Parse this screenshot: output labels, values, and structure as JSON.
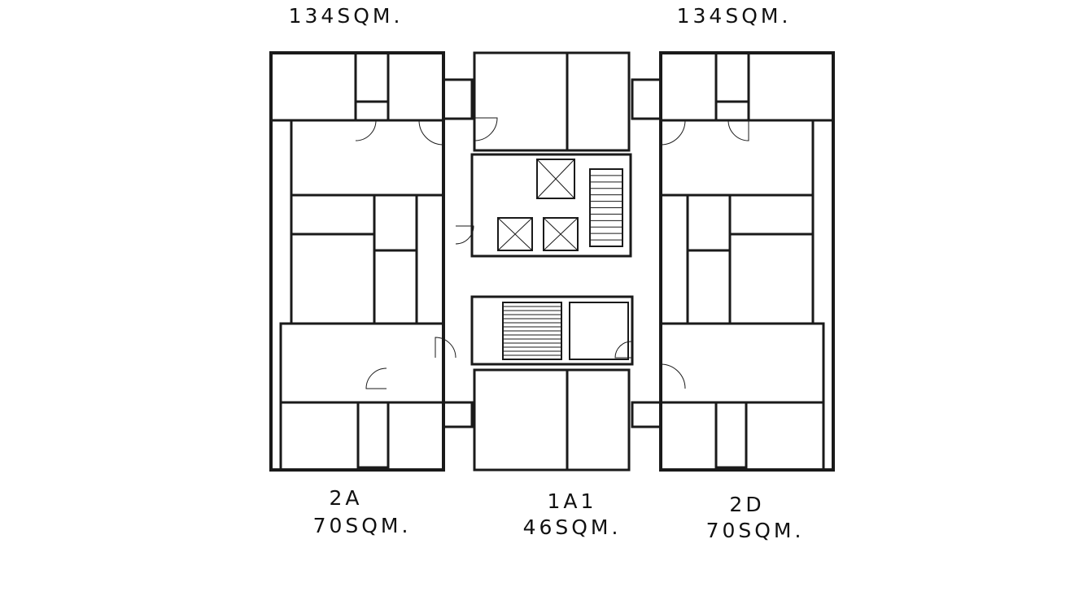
{
  "units": {
    "top_left": {
      "area": "134SQM."
    },
    "top_right": {
      "area": "134SQM."
    },
    "bottom_left": {
      "name": "2A",
      "area": "70SQM."
    },
    "bottom_center": {
      "name": "1A1",
      "area": "46SQM."
    },
    "bottom_right": {
      "name": "2D",
      "area": "70SQM."
    }
  },
  "colors": {
    "wall": "#1a1a1a",
    "background": "#ffffff"
  }
}
